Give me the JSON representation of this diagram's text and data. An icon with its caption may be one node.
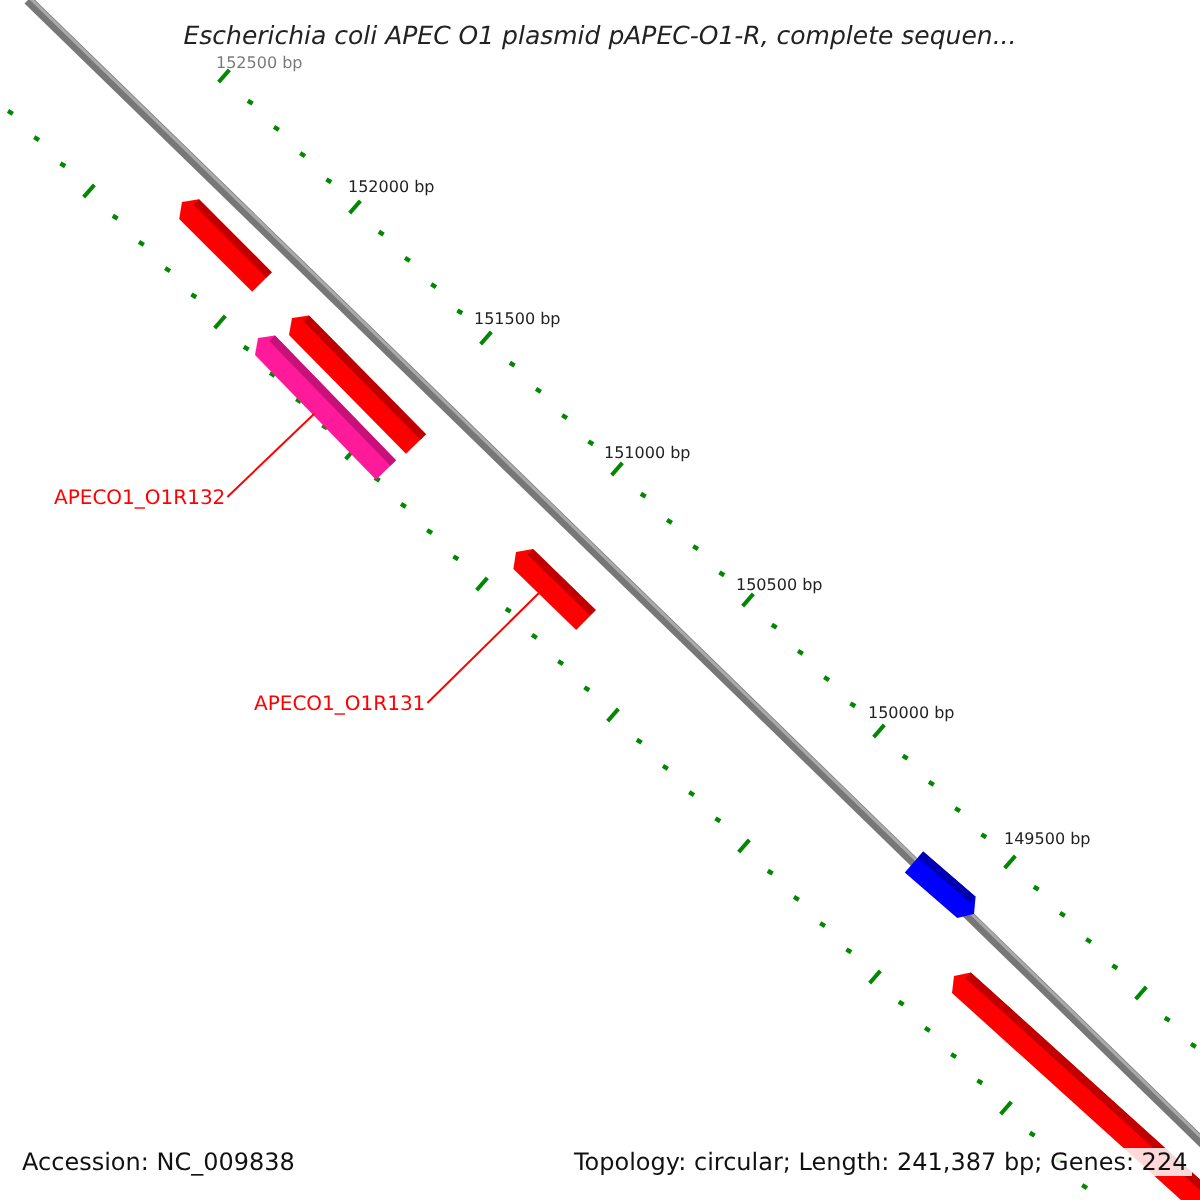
{
  "diagram": {
    "title": "Escherichia coli APEC O1 plasmid pAPEC-O1-R, complete sequen...",
    "nodes": [
      {
        "text": [],
        "shape": "bar"
      },
      {
        "text": [],
        "shape": "bar"
      },
      {
        "text": [],
        "shape": "bar"
      },
      {
        "text": [],
        "shape": "bar"
      },
      {
        "text": [],
        "shape": "bar"
      },
      {
        "text": [],
        "shape": "bar"
      },
      {
        "text": [
          "APECO1_O1R132"
        ]
      },
      {
        "text": [
          "APECO1_O1R131"
        ]
      }
    ],
    "edges": [
      {
        "from": 6,
        "to": 2,
        "arrow": "none",
        "color": "#ff0000"
      },
      {
        "from": 7,
        "to": 3,
        "arrow": "none",
        "color": "#ff0000"
      }
    ],
    "labels": [
      "152500 bp",
      "152000 bp",
      "151500 bp",
      "151000 bp",
      "150500 bp",
      "150000 bp",
      "149500 bp",
      "Accession: NC_009838",
      "Topology: circular; Length: 241,387 bp; Genes: 224"
    ]
  }
}
